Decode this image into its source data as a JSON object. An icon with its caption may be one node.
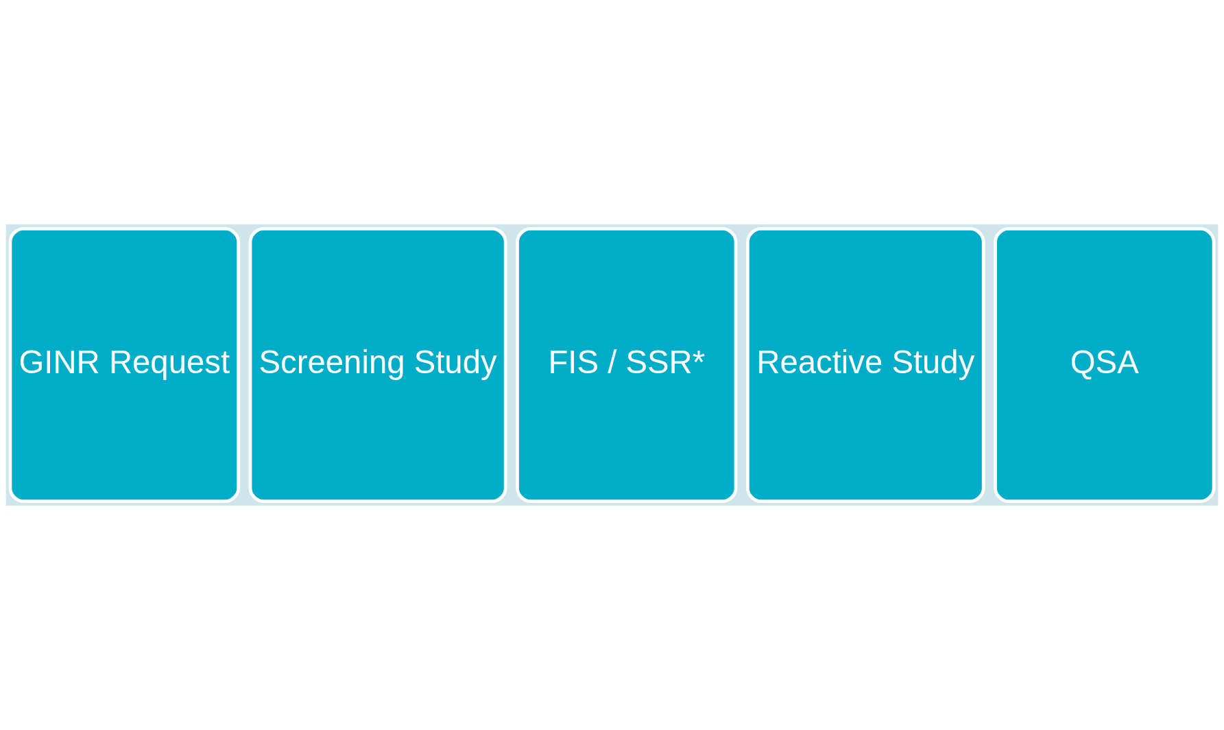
{
  "diagram": {
    "nodes": [
      {
        "text": [
          "GINR Request"
        ]
      },
      {
        "text": [
          "Screening Study"
        ]
      },
      {
        "text": [
          "FIS / SSR*"
        ]
      },
      {
        "text": [
          "Reactive Study"
        ]
      },
      {
        "text": [
          "QSA"
        ]
      }
    ]
  }
}
